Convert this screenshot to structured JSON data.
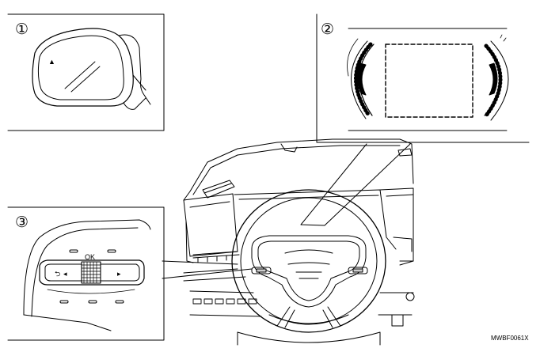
{
  "figure": {
    "callouts": [
      {
        "number": "①",
        "subject": "door-mirror"
      },
      {
        "number": "②",
        "subject": "meter-display"
      },
      {
        "number": "③",
        "subject": "steering-wheel-switches"
      }
    ],
    "switch_panel": {
      "ok_label": "OK",
      "back_glyph": "⮌",
      "left_glyph": "◂",
      "right_glyph": "▸"
    },
    "mirror_warning_glyph": "▲",
    "figure_code": "MWBF0061X"
  },
  "colors": {
    "line": "#000000",
    "background": "#ffffff",
    "shade": "#cfcfcf"
  }
}
